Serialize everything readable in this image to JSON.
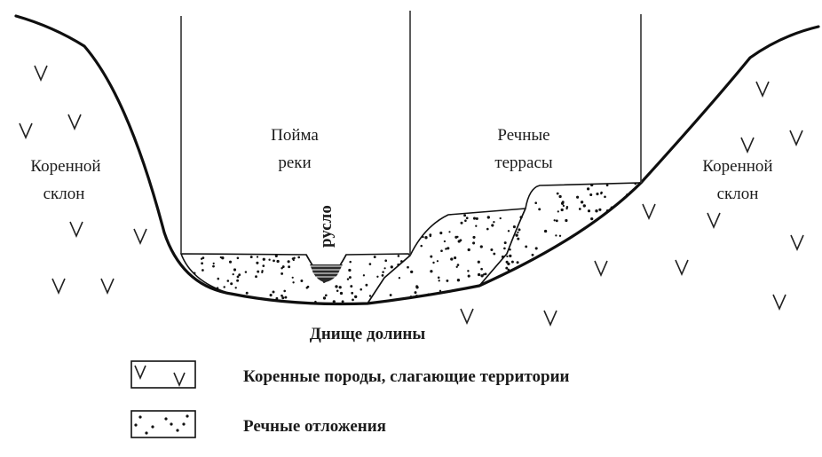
{
  "labels": {
    "floodplain_line1": "Пойма",
    "floodplain_line2": "реки",
    "terraces_line1": "Речные",
    "terraces_line2": "террасы",
    "left_slope_line1": "Коренной",
    "left_slope_line2": "склон",
    "right_slope_line1": "Коренной",
    "right_slope_line2": "склон",
    "channel": "русло",
    "valley_floor": "Днище долины"
  },
  "legend": {
    "bedrock": "Коренные породы, слагающие территории",
    "sediments": "Речные отложения"
  }
}
